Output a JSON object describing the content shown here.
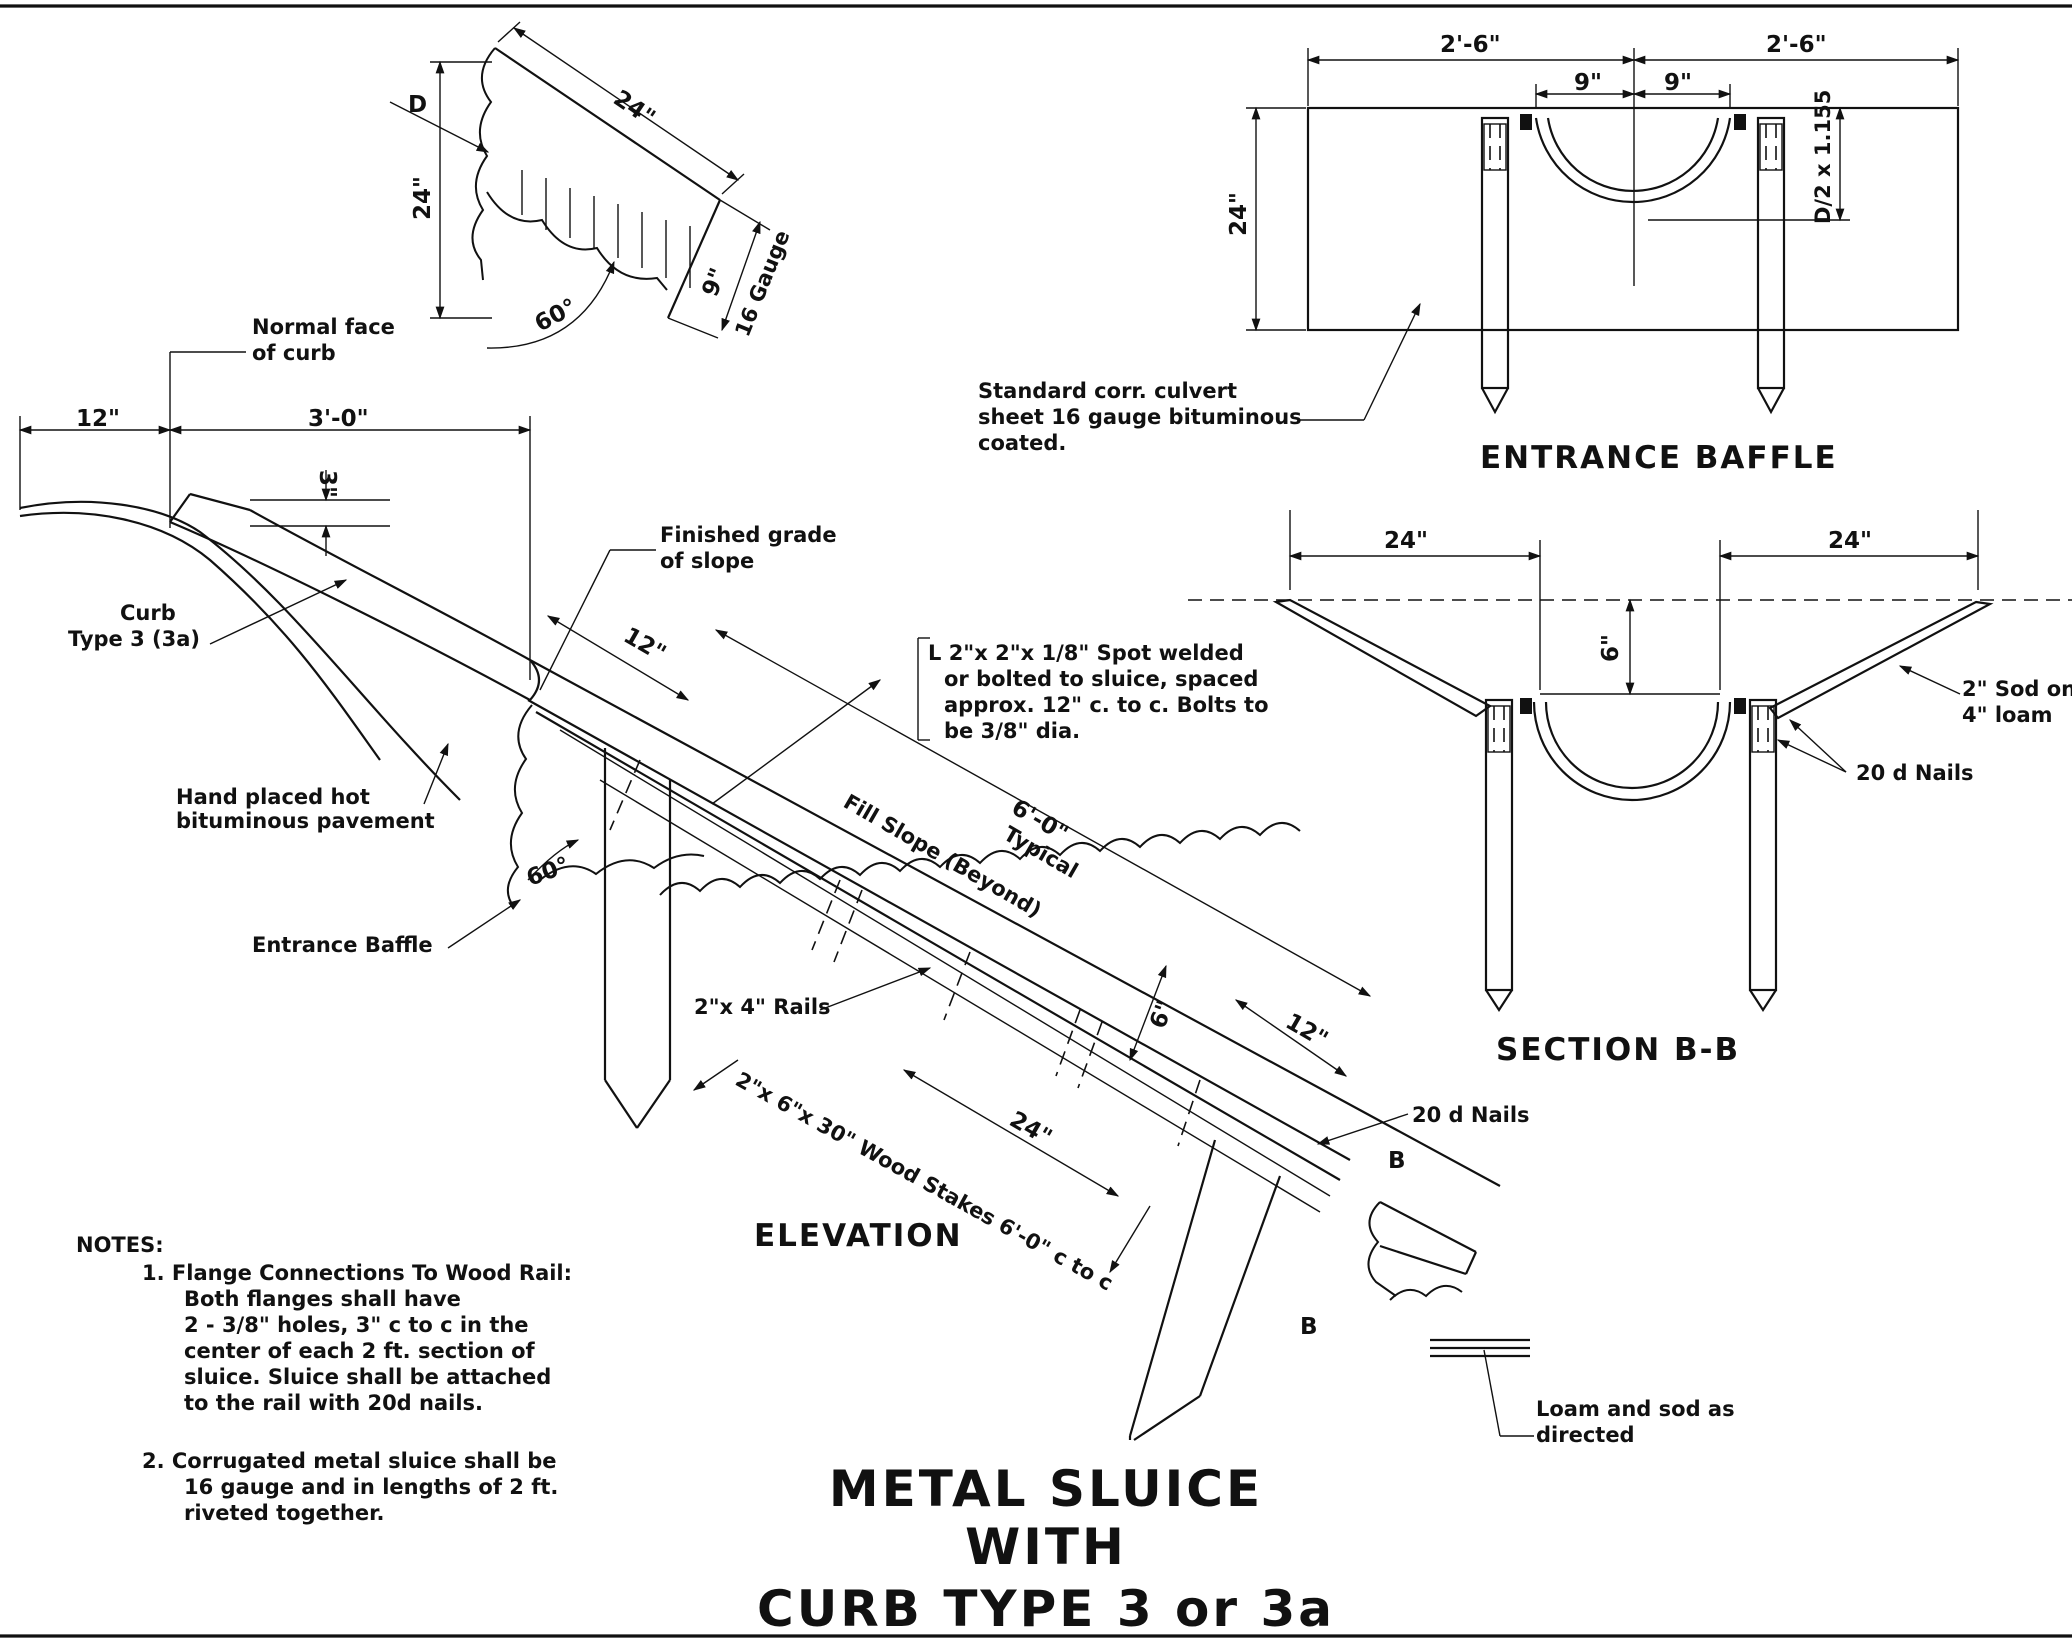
{
  "title": {
    "line1": "METAL SLUICE",
    "line2": "WITH",
    "line3": "CURB TYPE 3 or 3a"
  },
  "views": {
    "elevation": "ELEVATION",
    "entrance_baffle": "ENTRANCE BAFFLE",
    "section_bb": "SECTION B-B"
  },
  "labels": {
    "normal_face_1": "Normal face",
    "normal_face_2": "of curb",
    "curb_1": "Curb",
    "curb_2": "Type 3 (3a)",
    "hand_placed_1": "Hand placed hot",
    "hand_placed_2": "bituminous pavement",
    "entrance_baffle": "Entrance Baffle",
    "finished_grade_1": "Finished grade",
    "finished_grade_2": "of slope",
    "angle_1": "L 2\"x 2\"x 1/8\" Spot welded",
    "angle_2": "or bolted to sluice, spaced",
    "angle_3": "approx. 12\" c. to c. Bolts to",
    "angle_4": "be 3/8\" dia.",
    "fill_slope": "Fill Slope (Beyond)",
    "six_ft": "6'-0\"",
    "typical": "Typical",
    "rails": "2\"x 4\" Rails",
    "stakes": "2\"x 6\"x 30\" Wood Stakes 6'-0\" c to c",
    "nails_elev": "20 d Nails",
    "b_mark_1": "B",
    "b_mark_2": "B",
    "loam_sod_1": "Loam and sod as",
    "loam_sod_2": "directed",
    "std_culvert_1": "Standard corr. culvert",
    "std_culvert_2": "sheet 16 gauge bituminous",
    "std_culvert_3": "coated.",
    "sod_1": "2\" Sod on",
    "sod_2": "4\" loam",
    "nails_sec": "20 d Nails",
    "gauge": "16 Gauge"
  },
  "dims": {
    "d_symbol": "D",
    "top_24_a": "24\"",
    "top_24_b": "24\"",
    "top_9": "9\"",
    "top_60": "60°",
    "el_12": "12\"",
    "el_3ft": "3'-0\"",
    "el_3in": "3\"",
    "el_12b": "12\"",
    "el_60": "60°",
    "el_6": "6\"",
    "el_24": "24\"",
    "el_12c": "12\"",
    "eb_2ft6_l": "2'-6\"",
    "eb_2ft6_r": "2'-6\"",
    "eb_9_l": "9\"",
    "eb_9_r": "9\"",
    "eb_24": "24\"",
    "eb_d": "D/2 x 1.155",
    "sb_24_l": "24\"",
    "sb_24_r": "24\"",
    "sb_6": "6\""
  },
  "notes": {
    "heading": "NOTES:",
    "n1_1": "1. Flange Connections To Wood Rail:",
    "n1_2": "Both flanges shall have",
    "n1_3": "2 - 3/8\" holes, 3\" c to c in the",
    "n1_4": "center of each 2 ft. section of",
    "n1_5": "sluice. Sluice shall be attached",
    "n1_6": "to the rail with 20d nails.",
    "n2_1": "2. Corrugated metal sluice shall be",
    "n2_2": "16 gauge and in lengths of 2 ft.",
    "n2_3": "riveted together."
  }
}
